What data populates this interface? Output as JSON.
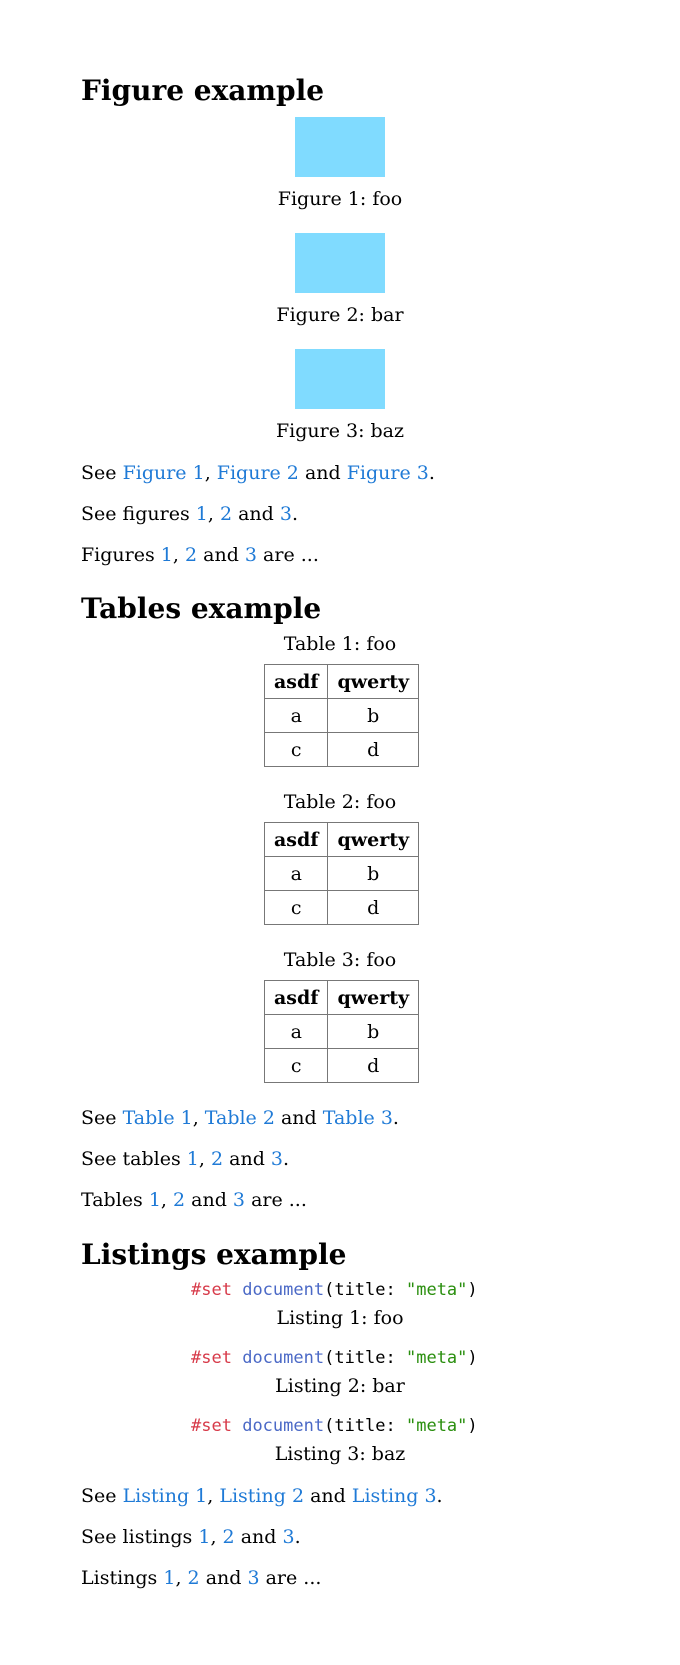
{
  "sections": {
    "figures": {
      "heading": "Figure example",
      "captions": [
        "Figure 1: foo",
        "Figure 2: bar",
        "Figure 3: baz"
      ],
      "box_color": "#80dbff",
      "refs": {
        "see": "See",
        "fig1": "Figure 1",
        "fig2": "Figure 2",
        "fig3": "Figure 3",
        "and": "and",
        "sep": ",",
        "period": ".",
        "see_plural": "See figures",
        "plural_start": "Figures",
        "n1": "1",
        "n2": "2",
        "n3": "3",
        "are": "are ..."
      }
    },
    "tables": {
      "heading": "Tables example",
      "captions": [
        "Table 1: foo",
        "Table 2: foo",
        "Table 3: foo"
      ],
      "header": [
        "asdf",
        "qwerty"
      ],
      "rows": [
        [
          "a",
          "b"
        ],
        [
          "c",
          "d"
        ]
      ],
      "refs": {
        "see": "See",
        "t1": "Table 1",
        "t2": "Table 2",
        "t3": "Table 3",
        "and": "and",
        "sep": ",",
        "period": ".",
        "see_plural": "See tables",
        "plural_start": "Tables",
        "n1": "1",
        "n2": "2",
        "n3": "3",
        "are": "are ..."
      }
    },
    "listings": {
      "heading": "Listings example",
      "code": {
        "keyword": "#set",
        "function": "document",
        "open": "(title: ",
        "string": "\"meta\"",
        "close": ")"
      },
      "captions": [
        "Listing 1: foo",
        "Listing 2: bar",
        "Listing 3: baz"
      ],
      "refs": {
        "see": "See",
        "l1": "Listing 1",
        "l2": "Listing 2",
        "l3": "Listing 3",
        "and": "and",
        "sep": ",",
        "period": ".",
        "see_plural": "See listings",
        "plural_start": "Listings",
        "n1": "1",
        "n2": "2",
        "n3": "3",
        "are": "are ..."
      }
    }
  },
  "link_color": "#1f7ad6"
}
